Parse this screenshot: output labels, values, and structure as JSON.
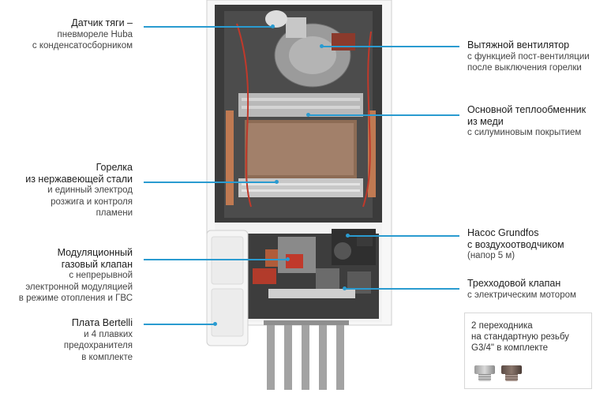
{
  "labels_left": [
    {
      "title": [
        "Датчик тяги –"
      ],
      "sub": [
        "пневмореле Huba",
        "с конденсатосборником"
      ]
    },
    {
      "title": [
        "Горелка",
        "из нержавеющей стали"
      ],
      "sub": [
        "и единный электрод",
        "розжига и контроля",
        "пламени"
      ]
    },
    {
      "title": [
        "Модуляционный",
        "газовый клапан"
      ],
      "sub": [
        "с непрерывной",
        "электронной модуляцией",
        "в режиме отопления и ГВС"
      ]
    },
    {
      "title": [
        "Плата Bertelli"
      ],
      "sub": [
        "и 4 плавких",
        "предохранителя",
        "в комплекте"
      ]
    }
  ],
  "labels_right": [
    {
      "title": [
        "Вытяжной вентилятор"
      ],
      "sub": [
        "с функцией пост-вентиляции",
        "после выключения горелки"
      ]
    },
    {
      "title": [
        "Основной теплообменник",
        "из меди"
      ],
      "sub": [
        "с силуминовым покрытием"
      ]
    },
    {
      "title": [
        "Насос Grundfos",
        "с воздухоотводчиком"
      ],
      "sub": [
        "(напор 5 м)"
      ]
    },
    {
      "title": [
        "Трехходовой клапан"
      ],
      "sub": [
        "с электрическим мотором"
      ]
    }
  ],
  "box": {
    "lines": [
      "2 переходника",
      "на стандартную резьбу",
      "G3/4\" в комплекте"
    ]
  },
  "colors": {
    "accent": "#2a9bd0",
    "casing": "#ffffff",
    "frame": "#4a4a4a"
  }
}
